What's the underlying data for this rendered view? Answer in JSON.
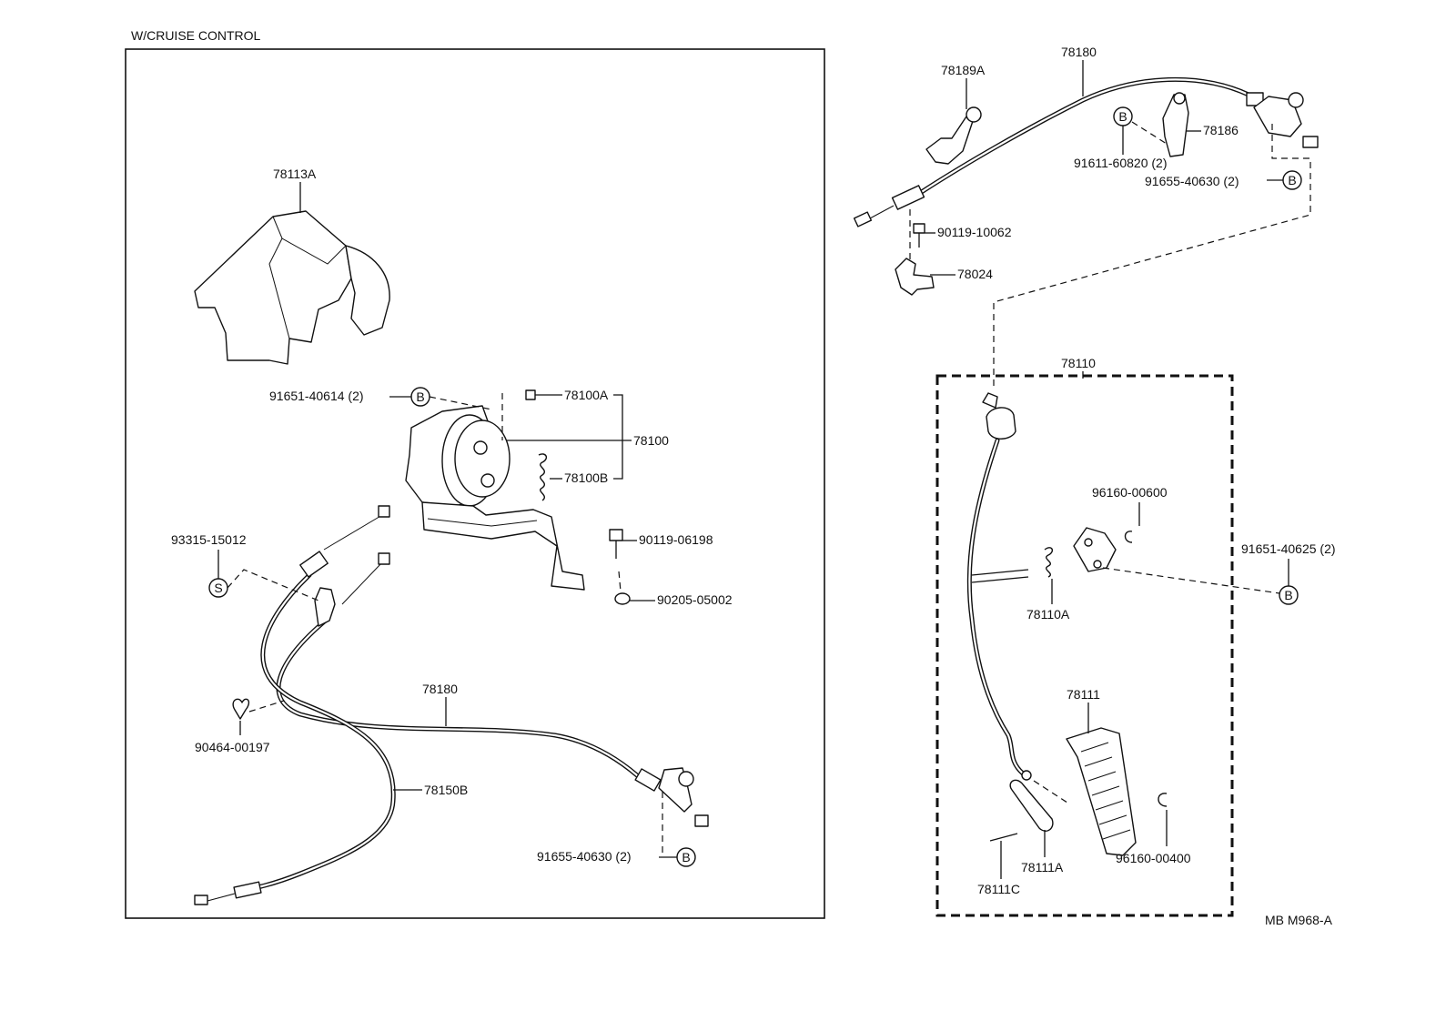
{
  "diagram": {
    "heading": "W/CRUISE CONTROL",
    "drawing_code": "MB M968-A",
    "symbols": {
      "bolt_ref": "B",
      "screw_ref": "S"
    },
    "labels": {
      "p78113A": "78113A",
      "p91651_40614": "91651-40614 (2)",
      "p78100A": "78100A",
      "p78100": "78100",
      "p78100B": "78100B",
      "p90119_06198": "90119-06198",
      "p90205_05002": "90205-05002",
      "p93315_15012": "93315-15012",
      "p78180_left": "78180",
      "p90464_00197": "90464-00197",
      "p78150B": "78150B",
      "p91655_40630_left": "91655-40630 (2)",
      "p78189A": "78189A",
      "p78180_right": "78180",
      "p78186": "78186",
      "p91611_60820": "91611-60820 (2)",
      "p91655_40630_right": "91655-40630 (2)",
      "p90119_10062": "90119-10062",
      "p78024": "78024",
      "p78110": "78110",
      "p96160_00600": "96160-00600",
      "p91651_40625": "91651-40625 (2)",
      "p78110A": "78110A",
      "p78111": "78111",
      "p78111A": "78111A",
      "p96160_00400": "96160-00400",
      "p78111C": "78111C"
    }
  }
}
